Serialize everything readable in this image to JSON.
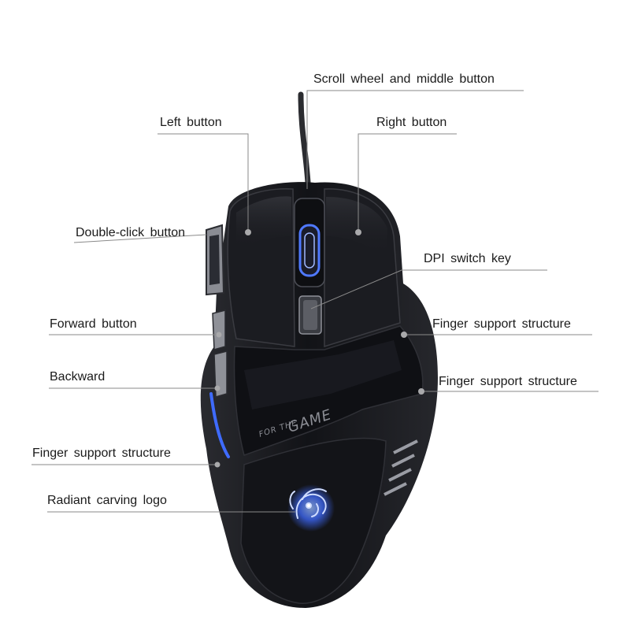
{
  "diagram": {
    "labels": {
      "scroll_wheel": "Scroll wheel and middle button",
      "left_button": "Left button",
      "right_button": "Right button",
      "double_click": "Double-click button",
      "dpi_switch": "DPI switch key",
      "forward": "Forward button",
      "finger_support_right_upper": "Finger support structure",
      "backward": "Backward",
      "finger_support_right_lower": "Finger support structure",
      "finger_support_left": "Finger support structure",
      "logo": "Radiant carving logo"
    },
    "mouse_print": {
      "line1": "FOR THE",
      "line2": "GAME"
    },
    "colors": {
      "body": "#16171b",
      "glow": "#3f6bff",
      "leader_line": "#8a8a8a",
      "marker_dot": "#a9a9ab"
    }
  }
}
